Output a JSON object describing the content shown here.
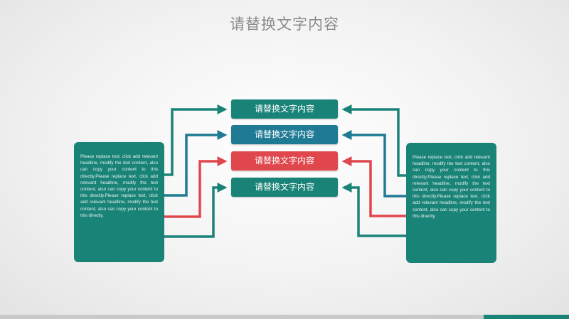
{
  "title": "请替换文字内容",
  "center_boxes": [
    {
      "label": "请替换文字内容",
      "color": "#1a8378"
    },
    {
      "label": "请替换文字内容",
      "color": "#1f7a94"
    },
    {
      "label": "请替换文字内容",
      "color": "#e0474c"
    },
    {
      "label": "请替换文字内容",
      "color": "#1a8378"
    }
  ],
  "left_text": "Please replace text, click add relevant headline, modify the text content, also can copy your content to this directly.Please replace text, click add relevant headline, modify the text content, also can copy your content to this directly.Please replace text, click add relevant headline, modify the text content, also can copy your content to this directly.",
  "right_text": "Please replace text, click add relevant headline, modify the text content, also can copy your content to this directly.Please replace text, click add relevant headline, modify the text content, also can copy your content to this directly.Please replace text, click add relevant headline, modify the text content, also can copy your content to this directly.",
  "colors": {
    "teal": "#1a8378",
    "blue": "#1f7a94",
    "red": "#e0474c"
  }
}
